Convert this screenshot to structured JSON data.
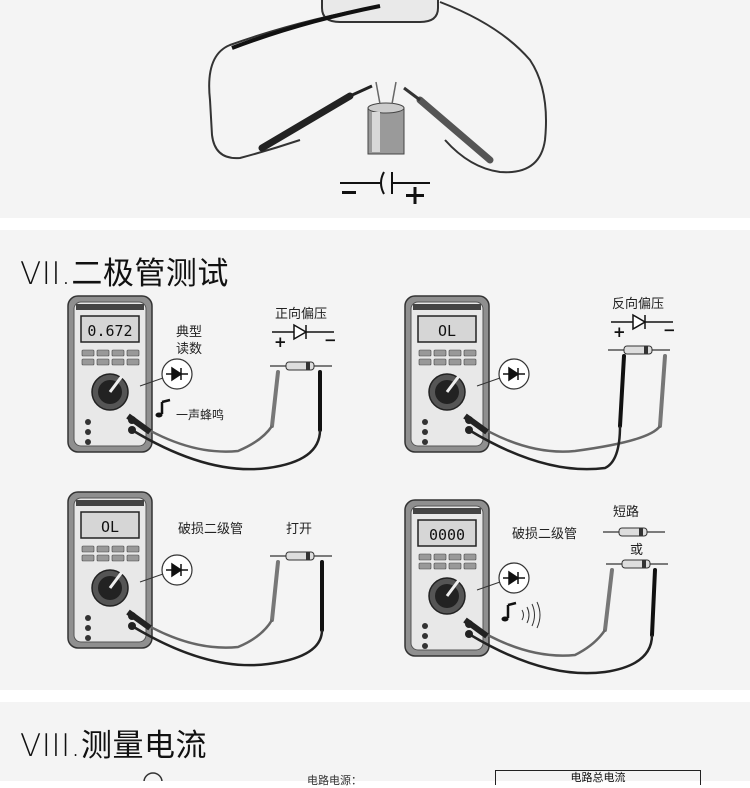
{
  "sections": {
    "diode": {
      "title": "VII.二极管测试",
      "meter1": {
        "display": "0.672",
        "reading_label": [
          "典型",
          "读数"
        ],
        "beep_label": "一声蜂鸣",
        "bias_label": "正向偏压",
        "plus": "+",
        "minus": "−"
      },
      "meter2": {
        "display": "OL",
        "bias_label": "反向偏压",
        "plus": "+",
        "minus": "−"
      },
      "meter3": {
        "display": "OL",
        "damage_label": "破损二级管",
        "state_label": "打开"
      },
      "meter4": {
        "display": "0000",
        "damage_label": "破损二级管",
        "state_label": "短路",
        "or_label": "或"
      }
    },
    "current": {
      "title": "VIII.测量电流",
      "partial_label": "电路电源：",
      "box_label": "电路总电流"
    }
  },
  "colors": {
    "panel_bg": "#f4f4f4",
    "meter_body": "#8a8a8a",
    "lcd": "#e6e6e6",
    "probe_red": "#111111"
  }
}
